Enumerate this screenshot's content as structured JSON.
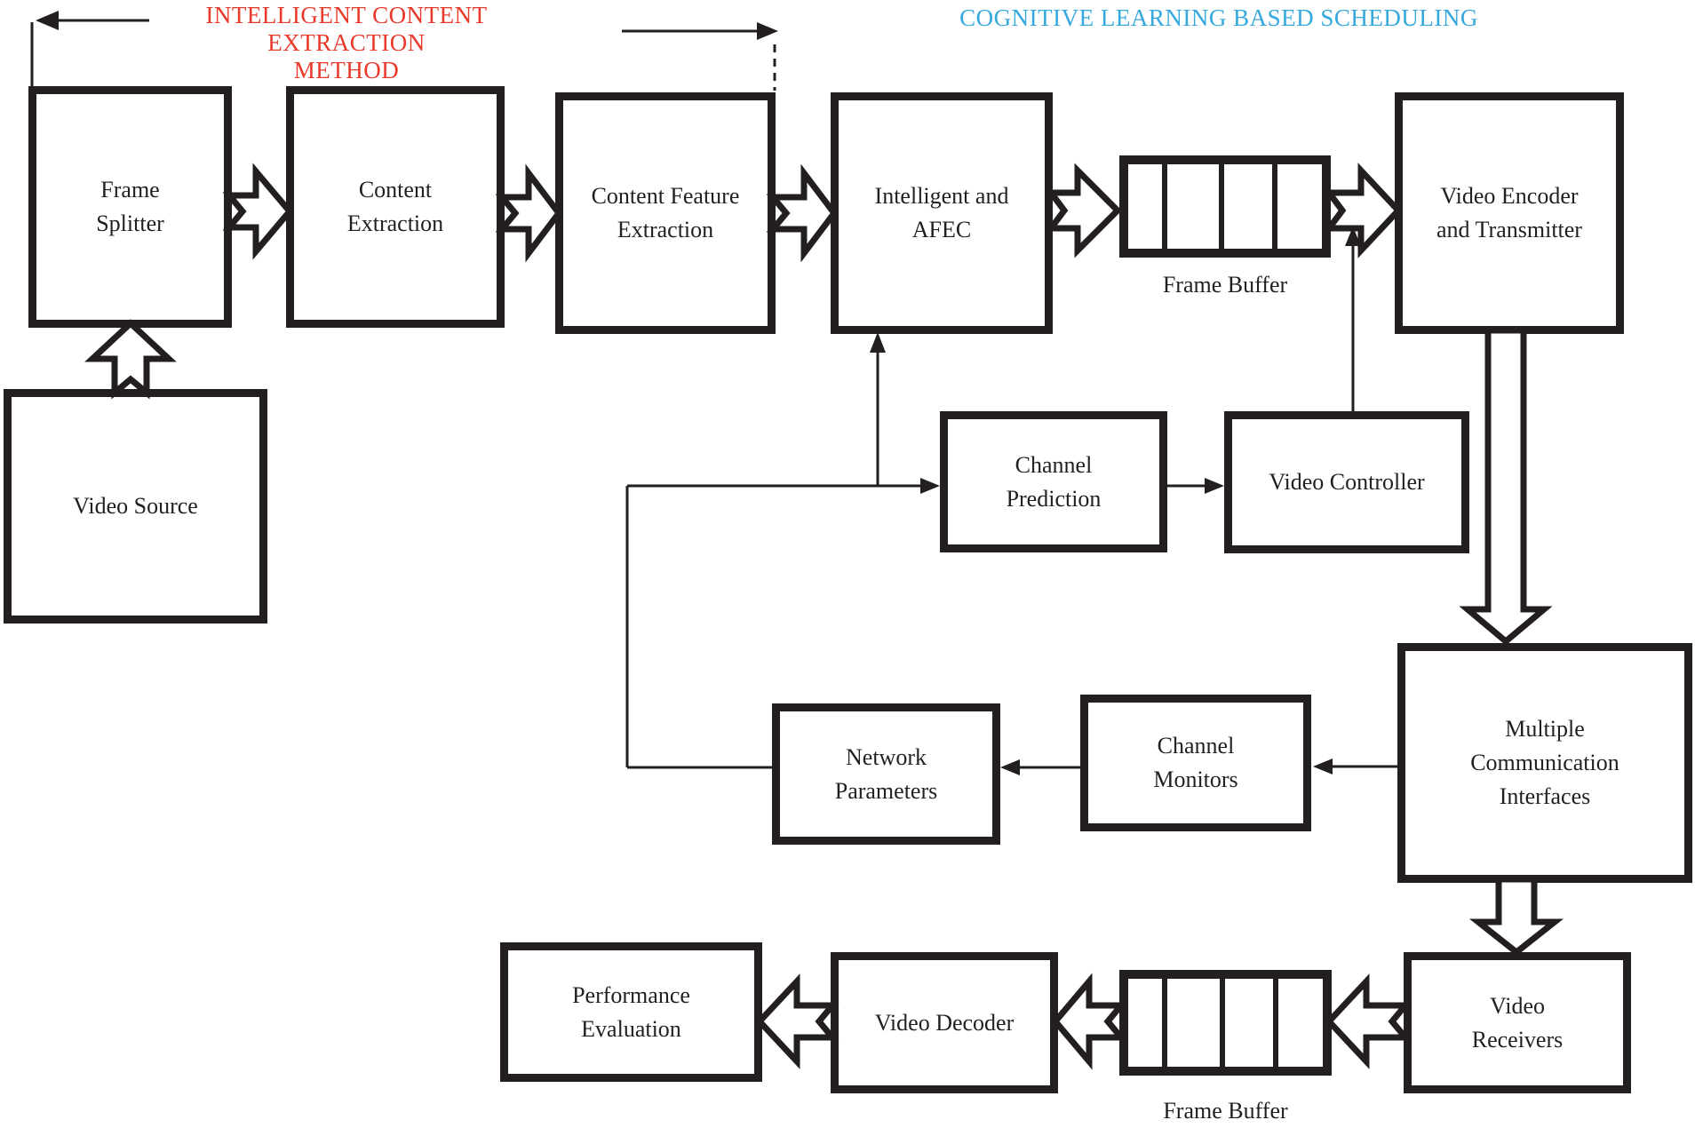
{
  "headers": {
    "left": "INTELLIGENT CONTENT EXTRACTION\nMETHOD",
    "right": "COGNITIVE LEARNING BASED SCHEDULING"
  },
  "colors": {
    "ink": "#231f20",
    "left_header_red": "#e8392b",
    "right_header_blue": "#35a8dd",
    "background": "#ffffff"
  },
  "boxes": {
    "frame_splitter": "Frame\nSplitter",
    "content_extraction": "Content\nExtraction",
    "content_feature_extraction": "Content Feature\nExtraction",
    "intelligent_afec": "Intelligent and\nAFEC",
    "video_encoder": "Video Encoder\nand Transmitter",
    "video_source": "Video Source",
    "channel_prediction": "Channel\nPrediction",
    "video_controller": "Video Controller",
    "multiple_comm": "Multiple\nCommunication\nInterfaces",
    "network_parameters": "Network\nParameters",
    "channel_monitors": "Channel\nMonitors",
    "performance_evaluation": "Performance\nEvaluation",
    "video_decoder": "Video Decoder",
    "video_receivers": "Video\nReceivers"
  },
  "frame_buffer_top": {
    "label": "Frame Buffer",
    "cells": 4
  },
  "frame_buffer_bottom": {
    "label": "Frame Buffer",
    "cells": 4
  }
}
